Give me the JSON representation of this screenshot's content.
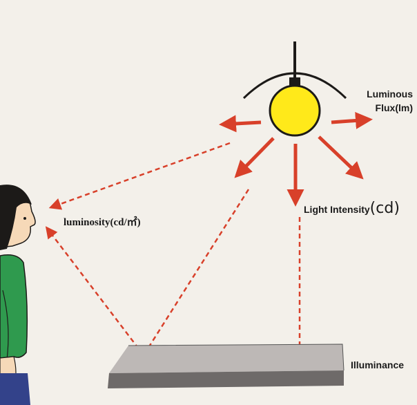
{
  "labels": {
    "luminous_flux_line1": "Luminous",
    "luminous_flux_line2": "Flux(lm)",
    "light_intensity": "Light Intensity",
    "light_intensity_unit": "(cd)",
    "luminosity": "luminosity(cd/㎡)",
    "illuminance": "Illuminance"
  },
  "colors": {
    "background": "#f3f0ea",
    "arrow": "#d8402a",
    "bulb": "#ffe91a",
    "shirt": "#2f9a4e",
    "hair": "#1c1a18",
    "skin": "#f6d9b8",
    "surface_top": "#bdb8b6",
    "surface_front": "#6e6a69"
  },
  "icons": {
    "light_bulb": "lamp-icon",
    "person": "person-icon",
    "surface": "surface-icon"
  }
}
